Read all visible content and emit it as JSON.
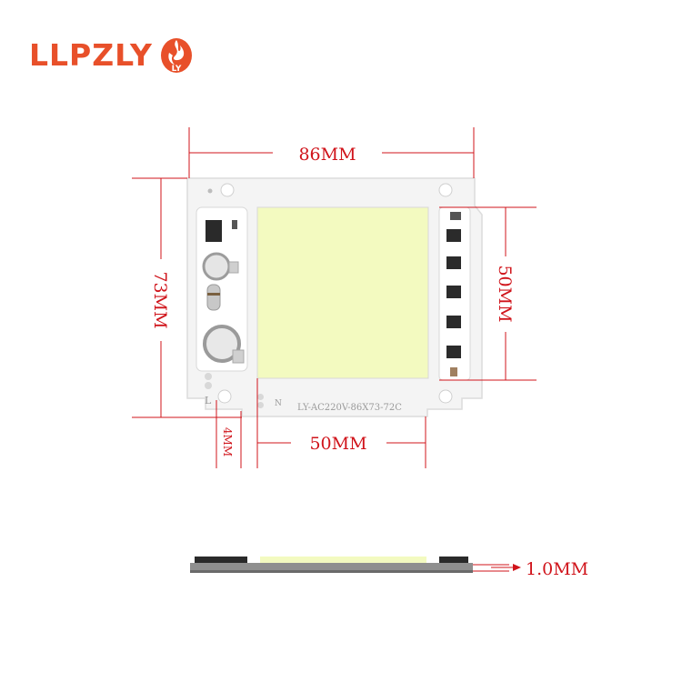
{
  "brand": {
    "name": "LLPZLY",
    "logo_initials": "LY",
    "color": "#e8502a"
  },
  "colors": {
    "dimension": "#d0141b",
    "board": "#f4f4f4",
    "led": "#f3fac0"
  },
  "dimensions": {
    "width": "86MM",
    "height": "73MM",
    "led_height": "50MM",
    "led_width": "50MM",
    "margin": "4MM",
    "thickness": "1.0MM"
  },
  "board": {
    "model": "LY-AC220V-86X73-72C",
    "label_l": "L",
    "label_n": "N"
  }
}
